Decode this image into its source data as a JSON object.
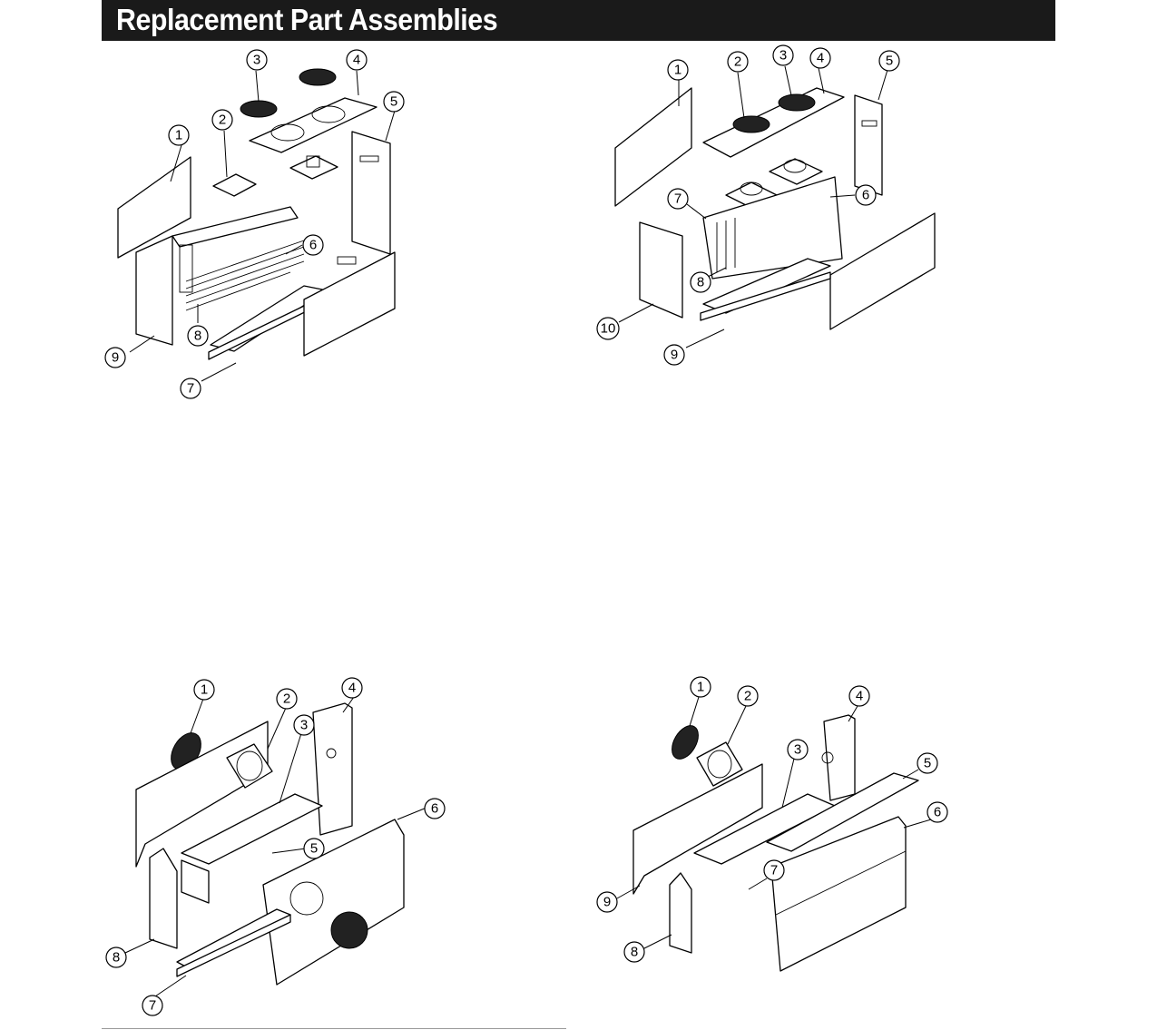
{
  "header": {
    "title": "Replacement Part Assemblies"
  },
  "diagrams": [
    {
      "callouts": [
        "1",
        "2",
        "3",
        "4",
        "5",
        "6",
        "7",
        "8",
        "9"
      ]
    },
    {
      "callouts": [
        "1",
        "2",
        "3",
        "4",
        "5",
        "6",
        "7",
        "8",
        "9",
        "10"
      ]
    },
    {
      "callouts": [
        "1",
        "2",
        "3",
        "4",
        "5",
        "6",
        "7",
        "8"
      ]
    },
    {
      "callouts": [
        "1",
        "2",
        "3",
        "4",
        "5",
        "6",
        "7",
        "8",
        "9"
      ]
    }
  ]
}
